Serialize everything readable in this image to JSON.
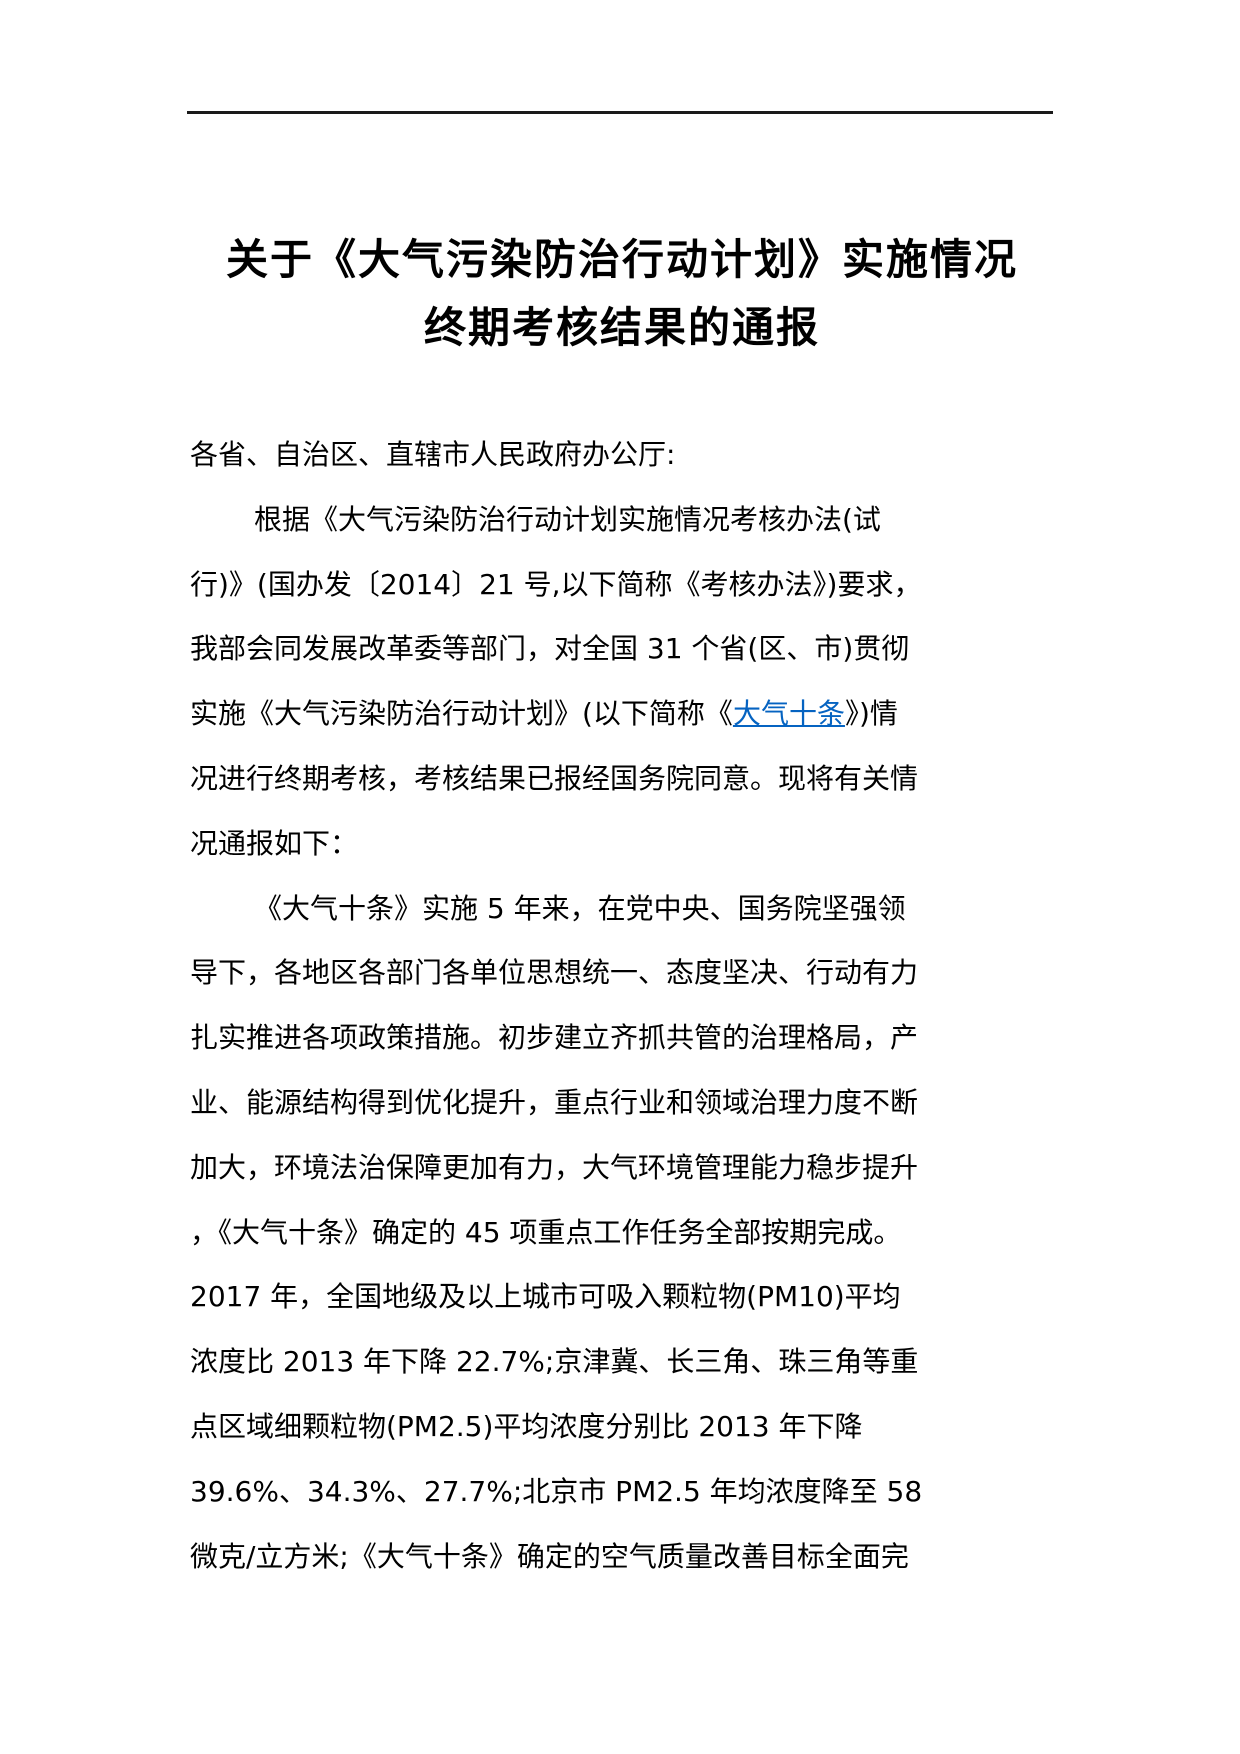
{
  "document": {
    "title_lines": [
      "关于《大气污染防治行动计划》实施情况",
      "终期考核结果的通报"
    ],
    "salutation": "各省、自治区、直辖市人民政府办公厅:",
    "paragraph1": {
      "lines": [
        {
          "text": "根据《大气污染防治行动计划实施情况考核办法(试"
        },
        {
          "text": "行)》(国办发〔2014〕21 号,以下简称《考核办法》)要求，"
        },
        {
          "text": "我部会同发展改革委等部门，对全国 31 个省(区、市)贯彻"
        },
        {
          "pre": "实施《大气污染防治行动计划》(以下简称《",
          "link": "大气十条",
          "post": "》)情"
        },
        {
          "text": "况进行终期考核，考核结果已报经国务院同意。现将有关情"
        },
        {
          "text": "况通报如下："
        }
      ]
    },
    "paragraph2": {
      "lines": [
        "《大气十条》实施 5 年来，在党中央、国务院坚强领",
        "导下，各地区各部门各单位思想统一、态度坚决、行动有力",
        "扎实推进各项政策措施。初步建立齐抓共管的治理格局，产",
        "业、能源结构得到优化提升，重点行业和领域治理力度不断",
        "加大，环境法治保障更加有力，大气环境管理能力稳步提升",
        "，《大气十条》确定的 45 项重点工作任务全部按期完成。",
        "2017 年，全国地级及以上城市可吸入颗粒物(PM10)平均",
        "浓度比 2013 年下降 22.7%;京津冀、长三角、珠三角等重",
        "点区域细颗粒物(PM2.5)平均浓度分别比 2013 年下降",
        "39.6%、34.3%、27.7%;北京市 PM2.5 年均浓度降至 58",
        "微克/立方米;《大气十条》确定的空气质量改善目标全面完"
      ]
    },
    "link_color": "#0563c1"
  }
}
